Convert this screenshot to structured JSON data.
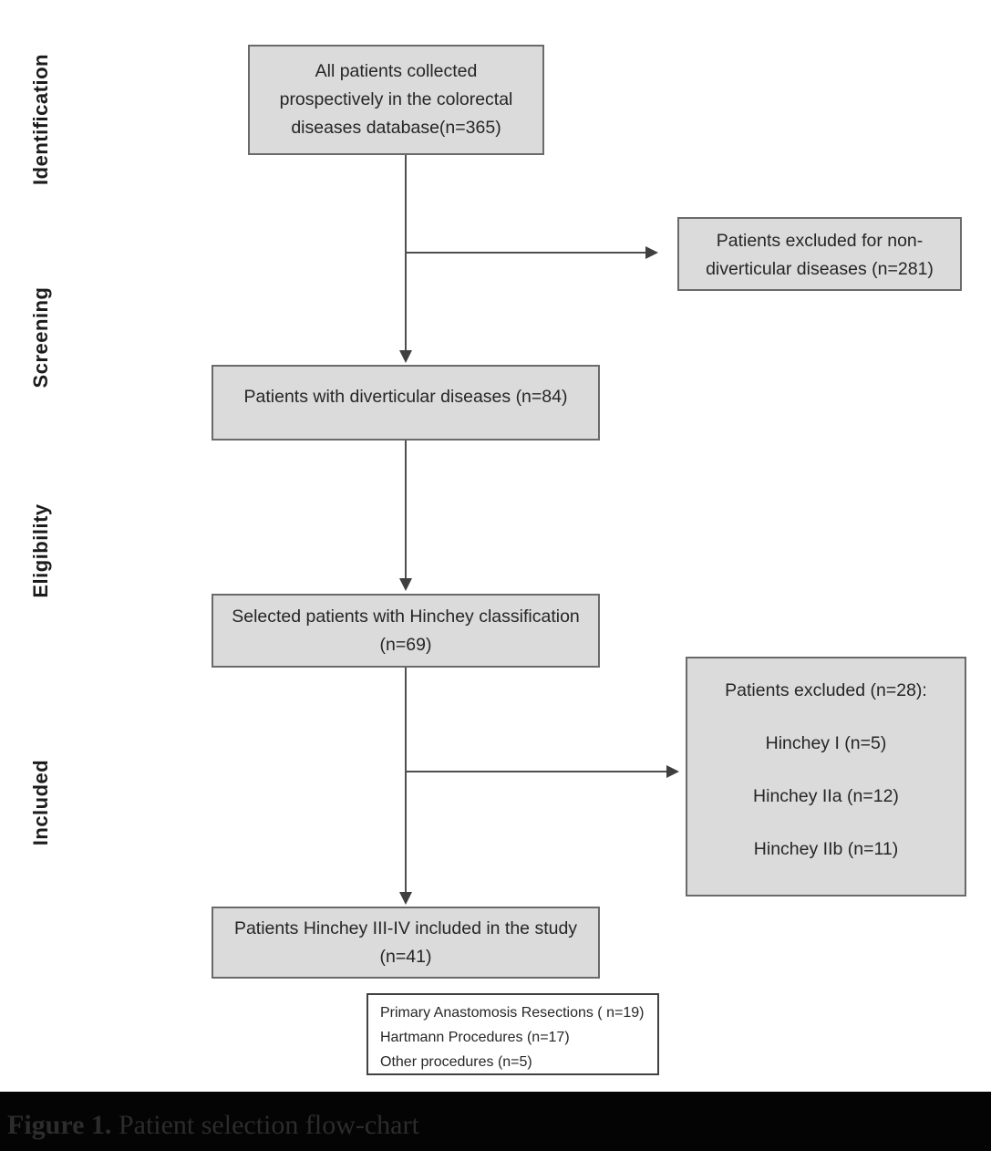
{
  "stage_labels": {
    "identification": "Identification",
    "screening": "Screening",
    "eligibility": "Eligibility",
    "included": "Included"
  },
  "boxes": {
    "database": {
      "line1": "All patients collected",
      "line2": "prospectively in the colorectal",
      "line3": "diseases database(n=365)"
    },
    "excluded_nondiverticular": {
      "line1": "Patients excluded for non-",
      "line2": "diverticular diseases (n=281)"
    },
    "diverticular": {
      "line1": "Patients with diverticular diseases (n=84)"
    },
    "hinchey_classification": {
      "line1": "Selected patients with Hinchey classification",
      "line2": "(n=69)"
    },
    "excluded_hinchey": {
      "title": "Patients excluded (n=28):",
      "item1": "Hinchey I (n=5)",
      "item2": "Hinchey IIa (n=12)",
      "item3": "Hinchey IIb (n=11)"
    },
    "included_study": {
      "line1": "Patients Hinchey III-IV included in the study",
      "line2": "(n=41)"
    },
    "procedures": {
      "line1": "Primary Anastomosis Resections ( n=19)",
      "line2": "Hartmann Procedures (n=17)",
      "line3": "Other procedures (n=5)"
    }
  },
  "caption": {
    "label": "Figure 1.",
    "title": " Patient selection flow-chart"
  },
  "colors": {
    "box_fill": "#dbdbdb",
    "box_border": "#6a6a6a",
    "connector": "#4f4f4f",
    "caption_bg": "#040404",
    "caption_text": "#2c2c2c"
  }
}
